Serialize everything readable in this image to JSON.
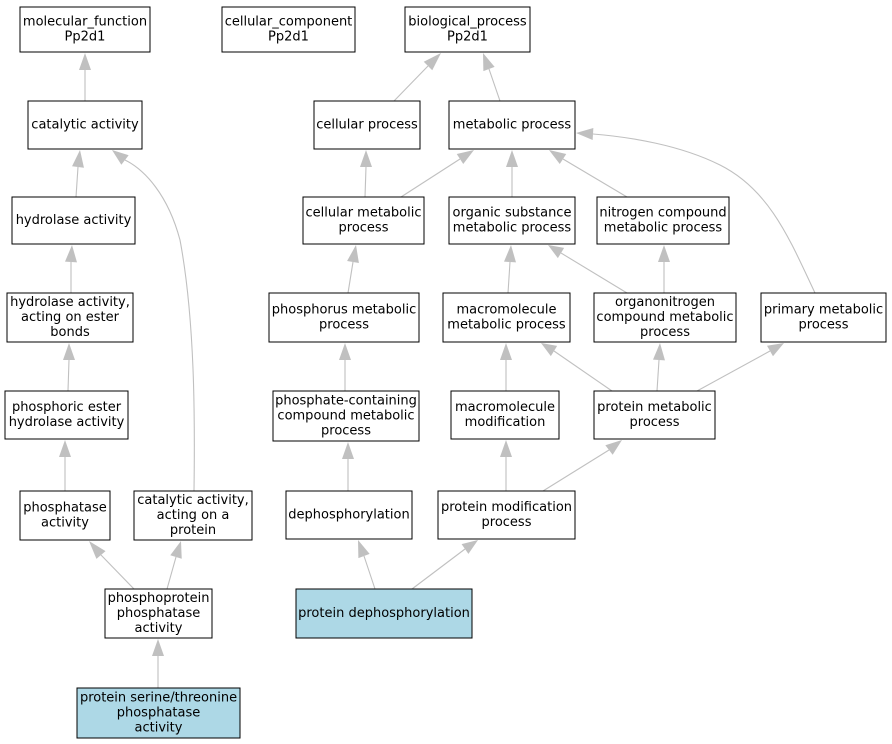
{
  "colors": {
    "node_fill": "#ffffff",
    "highlight_fill": "#add8e6",
    "edge": "#c0c0c0",
    "border": "#000000"
  },
  "nodes": [
    {
      "id": "molecular_function",
      "lines": [
        "molecular_function",
        "Pp2d1"
      ],
      "highlight": false
    },
    {
      "id": "cellular_component",
      "lines": [
        "cellular_component",
        "Pp2d1"
      ],
      "highlight": false
    },
    {
      "id": "biological_process",
      "lines": [
        "biological_process",
        "Pp2d1"
      ],
      "highlight": false
    },
    {
      "id": "catalytic_activity",
      "lines": [
        "catalytic activity"
      ],
      "highlight": false
    },
    {
      "id": "cellular_process",
      "lines": [
        "cellular process"
      ],
      "highlight": false
    },
    {
      "id": "metabolic_process",
      "lines": [
        "metabolic process"
      ],
      "highlight": false
    },
    {
      "id": "hydrolase_activity",
      "lines": [
        "hydrolase activity"
      ],
      "highlight": false
    },
    {
      "id": "cellular_metabolic_process",
      "lines": [
        "cellular metabolic",
        "process"
      ],
      "highlight": false
    },
    {
      "id": "organic_substance_metabolic_process",
      "lines": [
        "organic substance",
        "metabolic process"
      ],
      "highlight": false
    },
    {
      "id": "nitrogen_compound_metabolic_process",
      "lines": [
        "nitrogen compound",
        "metabolic process"
      ],
      "highlight": false
    },
    {
      "id": "hydrolase_activity_ester",
      "lines": [
        "hydrolase activity,",
        "acting on ester",
        "bonds"
      ],
      "highlight": false
    },
    {
      "id": "phosphorus_metabolic_process",
      "lines": [
        "phosphorus metabolic",
        "process"
      ],
      "highlight": false
    },
    {
      "id": "macromolecule_metabolic_process",
      "lines": [
        "macromolecule",
        "metabolic process"
      ],
      "highlight": false
    },
    {
      "id": "organonitrogen_compound_metabolic_process",
      "lines": [
        "organonitrogen",
        "compound metabolic",
        "process"
      ],
      "highlight": false
    },
    {
      "id": "primary_metabolic_process",
      "lines": [
        "primary metabolic",
        "process"
      ],
      "highlight": false
    },
    {
      "id": "phosphoric_ester_hydrolase_activity",
      "lines": [
        "phosphoric ester",
        "hydrolase activity"
      ],
      "highlight": false
    },
    {
      "id": "phosphate_containing_compound_metabolic_process",
      "lines": [
        "phosphate-containing",
        "compound metabolic",
        "process"
      ],
      "highlight": false
    },
    {
      "id": "macromolecule_modification",
      "lines": [
        "macromolecule",
        "modification"
      ],
      "highlight": false
    },
    {
      "id": "protein_metabolic_process",
      "lines": [
        "protein metabolic",
        "process"
      ],
      "highlight": false
    },
    {
      "id": "phosphatase_activity",
      "lines": [
        "phosphatase",
        "activity"
      ],
      "highlight": false
    },
    {
      "id": "catalytic_activity_protein",
      "lines": [
        "catalytic activity,",
        "acting on a",
        "protein"
      ],
      "highlight": false
    },
    {
      "id": "dephosphorylation",
      "lines": [
        "dephosphorylation"
      ],
      "highlight": false
    },
    {
      "id": "protein_modification_process",
      "lines": [
        "protein modification",
        "process"
      ],
      "highlight": false
    },
    {
      "id": "phosphoprotein_phosphatase_activity",
      "lines": [
        "phosphoprotein",
        "phosphatase",
        "activity"
      ],
      "highlight": false
    },
    {
      "id": "protein_dephosphorylation",
      "lines": [
        "protein dephosphorylation"
      ],
      "highlight": true
    },
    {
      "id": "protein_serine_threonine_phosphatase_activity",
      "lines": [
        "protein serine/threonine",
        "phosphatase",
        "activity"
      ],
      "highlight": true
    }
  ],
  "edges": [
    {
      "from": "catalytic_activity",
      "to": "molecular_function"
    },
    {
      "from": "hydrolase_activity",
      "to": "catalytic_activity"
    },
    {
      "from": "hydrolase_activity_ester",
      "to": "hydrolase_activity"
    },
    {
      "from": "phosphoric_ester_hydrolase_activity",
      "to": "hydrolase_activity_ester"
    },
    {
      "from": "phosphatase_activity",
      "to": "phosphoric_ester_hydrolase_activity"
    },
    {
      "from": "catalytic_activity_protein",
      "to": "catalytic_activity"
    },
    {
      "from": "phosphoprotein_phosphatase_activity",
      "to": "phosphatase_activity"
    },
    {
      "from": "phosphoprotein_phosphatase_activity",
      "to": "catalytic_activity_protein"
    },
    {
      "from": "protein_serine_threonine_phosphatase_activity",
      "to": "phosphoprotein_phosphatase_activity"
    },
    {
      "from": "cellular_process",
      "to": "biological_process"
    },
    {
      "from": "metabolic_process",
      "to": "biological_process"
    },
    {
      "from": "cellular_metabolic_process",
      "to": "cellular_process"
    },
    {
      "from": "cellular_metabolic_process",
      "to": "metabolic_process"
    },
    {
      "from": "organic_substance_metabolic_process",
      "to": "metabolic_process"
    },
    {
      "from": "nitrogen_compound_metabolic_process",
      "to": "metabolic_process"
    },
    {
      "from": "primary_metabolic_process",
      "to": "metabolic_process"
    },
    {
      "from": "phosphorus_metabolic_process",
      "to": "cellular_metabolic_process"
    },
    {
      "from": "macromolecule_metabolic_process",
      "to": "organic_substance_metabolic_process"
    },
    {
      "from": "organonitrogen_compound_metabolic_process",
      "to": "organic_substance_metabolic_process"
    },
    {
      "from": "organonitrogen_compound_metabolic_process",
      "to": "nitrogen_compound_metabolic_process"
    },
    {
      "from": "phosphate_containing_compound_metabolic_process",
      "to": "phosphorus_metabolic_process"
    },
    {
      "from": "macromolecule_modification",
      "to": "macromolecule_metabolic_process"
    },
    {
      "from": "protein_metabolic_process",
      "to": "macromolecule_metabolic_process"
    },
    {
      "from": "protein_metabolic_process",
      "to": "organonitrogen_compound_metabolic_process"
    },
    {
      "from": "protein_metabolic_process",
      "to": "primary_metabolic_process"
    },
    {
      "from": "dephosphorylation",
      "to": "phosphate_containing_compound_metabolic_process"
    },
    {
      "from": "protein_modification_process",
      "to": "macromolecule_modification"
    },
    {
      "from": "protein_modification_process",
      "to": "protein_metabolic_process"
    },
    {
      "from": "protein_dephosphorylation",
      "to": "dephosphorylation"
    },
    {
      "from": "protein_dephosphorylation",
      "to": "protein_modification_process"
    }
  ]
}
